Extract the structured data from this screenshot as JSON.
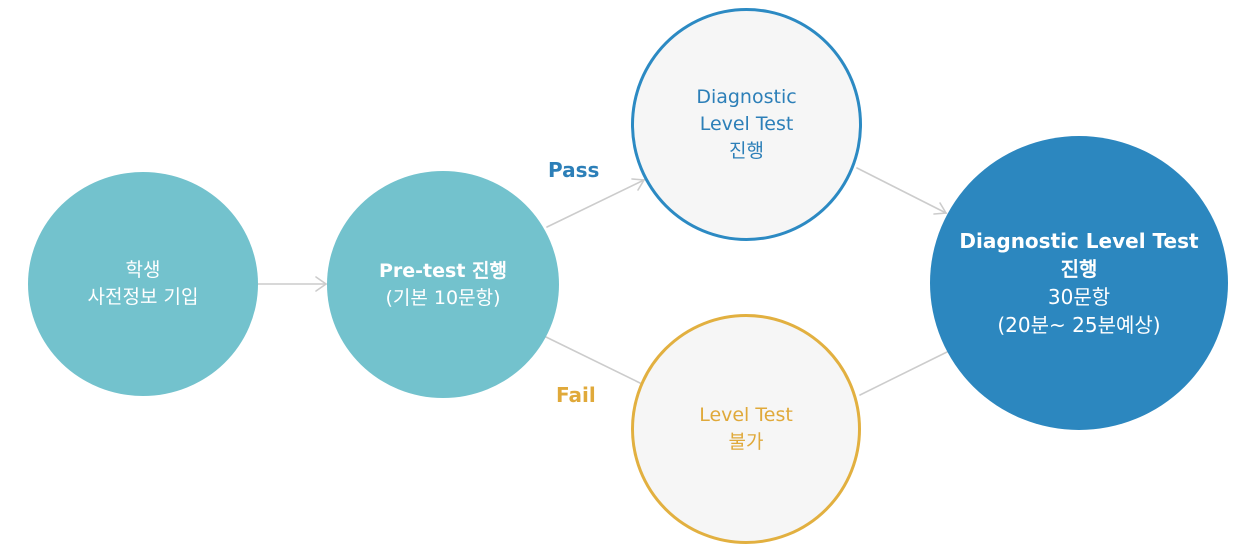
{
  "nodes": {
    "student": {
      "line1": "학생",
      "line2": "사전정보 기입"
    },
    "pretest": {
      "line1": "Pre-test 진행",
      "line2": "(기본 10문항)"
    },
    "diagnostic": {
      "line1": "Diagnostic",
      "line2": "Level Test",
      "line3": "진행"
    },
    "fail": {
      "line1": "Level Test",
      "line2": "불가"
    },
    "final": {
      "line1": "Diagnostic Level Test",
      "line2": "진행",
      "line3": "30문항",
      "line4": "(20분~ 25분예상)"
    }
  },
  "edges": {
    "pass_label": "Pass",
    "fail_label": "Fail"
  },
  "colors": {
    "teal": "#73c2cd",
    "blue": "#2c87bf",
    "blue_text": "#2c7fb8",
    "gold": "#e0a93a",
    "connector": "#cccccc",
    "node_light_fill": "#f6f6f6"
  }
}
